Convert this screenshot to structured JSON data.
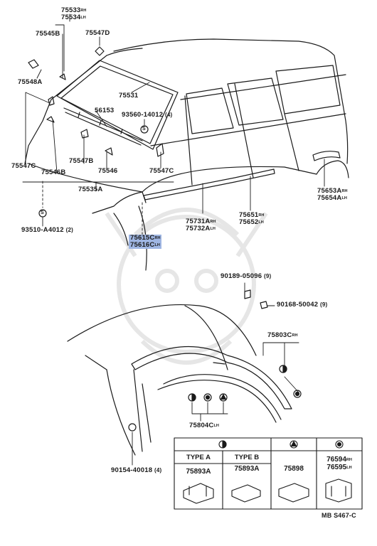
{
  "parts": {
    "p75533": {
      "num": "75533",
      "side": "RH"
    },
    "p75534": {
      "num": "75534",
      "side": "LH"
    },
    "p75545B": "75545B",
    "p75547D": "75547D",
    "p75548A": "75548A",
    "p75531": "75531",
    "p56153": "56153",
    "p93560": {
      "num": "93560-14012",
      "qty": "(4)"
    },
    "p75547C_left": "75547C",
    "p75546B": "75546B",
    "p75547B": "75547B",
    "p75546": "75546",
    "p75547C_right": "75547C",
    "p75535A": "75535A",
    "p93510": {
      "num": "93510-A4012",
      "qty": "(2)"
    },
    "p75615C": {
      "num": "75615C",
      "side": "RH"
    },
    "p75616C": {
      "num": "75616C",
      "side": "LH"
    },
    "p75731A": {
      "num": "75731A",
      "side": "RH"
    },
    "p75732A": {
      "num": "75732A",
      "side": "LH"
    },
    "p75651": {
      "num": "75651",
      "side": "RH"
    },
    "p75652": {
      "num": "75652",
      "side": "LH"
    },
    "p75653A": {
      "num": "75653A",
      "side": "RH"
    },
    "p75654A": {
      "num": "75654A",
      "side": "LH"
    },
    "p90189": {
      "num": "90189-05096",
      "qty": "(9)"
    },
    "p90168": {
      "num": "90168-50042",
      "qty": "(9)"
    },
    "p75803C": {
      "num": "75803C",
      "side": "RH"
    },
    "p75804C": {
      "num": "75804C",
      "side": "LH"
    },
    "p90154": {
      "num": "90154-40018",
      "qty": "(4)"
    }
  },
  "table": {
    "type_a": "TYPE A",
    "type_b": "TYPE B",
    "p75893A_a": "75893A",
    "p75893A_b": "75893A",
    "p75898": "75898",
    "p76594": {
      "num": "76594",
      "side": "RH"
    },
    "p76595": {
      "num": "76595",
      "side": "LH"
    }
  },
  "circle_marks": {
    "s": "S"
  },
  "figure_code": "MB S467-C",
  "colors": {
    "line": "#1a1a1a",
    "highlight": "#9fb6e3",
    "watermark": "#e6e6e6"
  }
}
